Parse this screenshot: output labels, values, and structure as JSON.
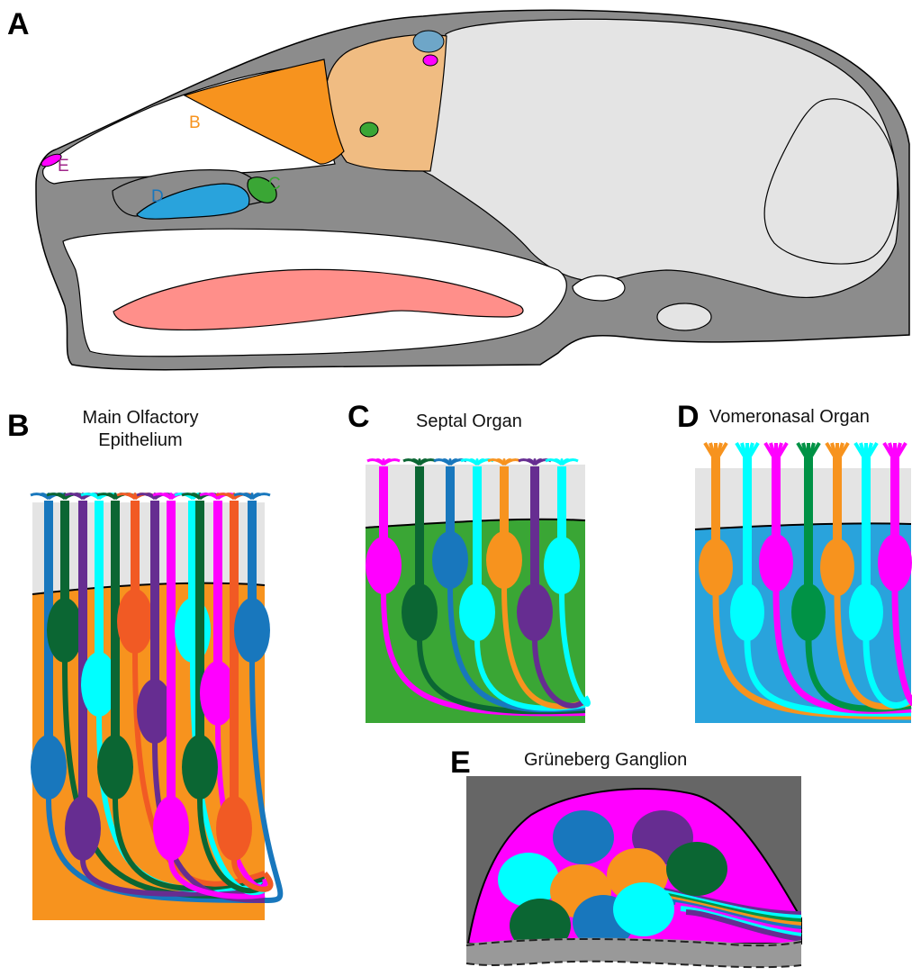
{
  "panels": {
    "a": {
      "letter": "A"
    },
    "b": {
      "letter": "B",
      "title_line1": "Main Olfactory",
      "title_line2": "Epithelium"
    },
    "c": {
      "letter": "C",
      "title": "Septal Organ"
    },
    "d": {
      "letter": "D",
      "title": "Vomeronasal Organ"
    },
    "e": {
      "letter": "E",
      "title": "Grüneberg Ganglion"
    }
  },
  "region_labels": {
    "b": "B",
    "c": "C",
    "d": "D",
    "e": "E"
  },
  "colors": {
    "bone": "#8c8c8c",
    "brain": "#e4e4e4",
    "main_olfactory_epithelium": "#f7931e",
    "olfactory_bulb": "#f0bc82",
    "accessory_bulb": "#6ea6c8",
    "septal_organ": "#3aa635",
    "vomeronasal_organ": "#29a3dc",
    "grueneberg_ganglion": "#ff00ff",
    "tongue": "#ff8f8a",
    "ganglion_background": "#666666",
    "neuron_palette": [
      "#ff00ff",
      "#0b6633",
      "#1877bd",
      "#00ffff",
      "#f7931e",
      "#662d91",
      "#f15a24",
      "#009245"
    ]
  }
}
